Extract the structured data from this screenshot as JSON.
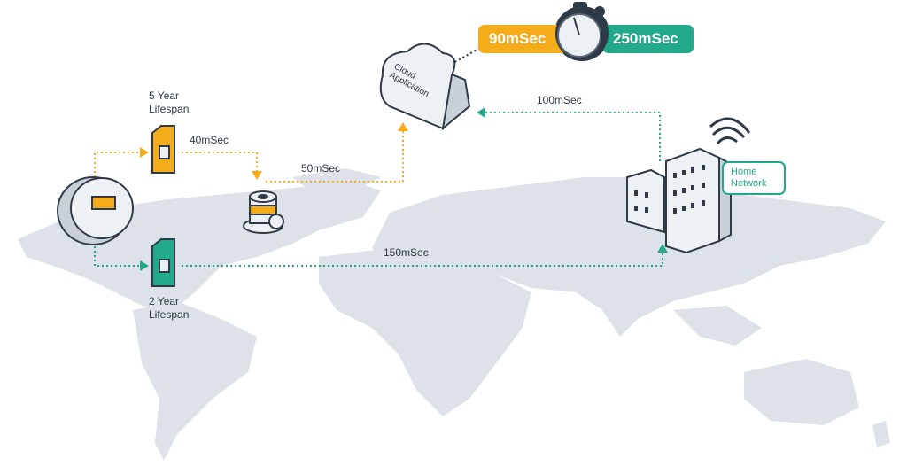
{
  "timing": {
    "left_label": "90mSec",
    "right_label": "250mSec"
  },
  "cloud": {
    "label_line1": "Cloud",
    "label_line2": "Application"
  },
  "sim_5yr": {
    "label_line1": "5 Year",
    "label_line2": "Lifespan"
  },
  "sim_2yr": {
    "label_line1": "2 Year",
    "label_line2": "Lifespan"
  },
  "latencies": {
    "sim_to_db": "40mSec",
    "db_to_cloud": "50mSec",
    "building_to_cloud": "100mSec",
    "sim_to_building": "150mSec"
  },
  "home_network": {
    "line1": "Home",
    "line2": "Network"
  },
  "colors": {
    "orange": "#f5ac1b",
    "teal": "#22a98a",
    "dark": "#2e3a47",
    "map": "#dde2e8"
  }
}
